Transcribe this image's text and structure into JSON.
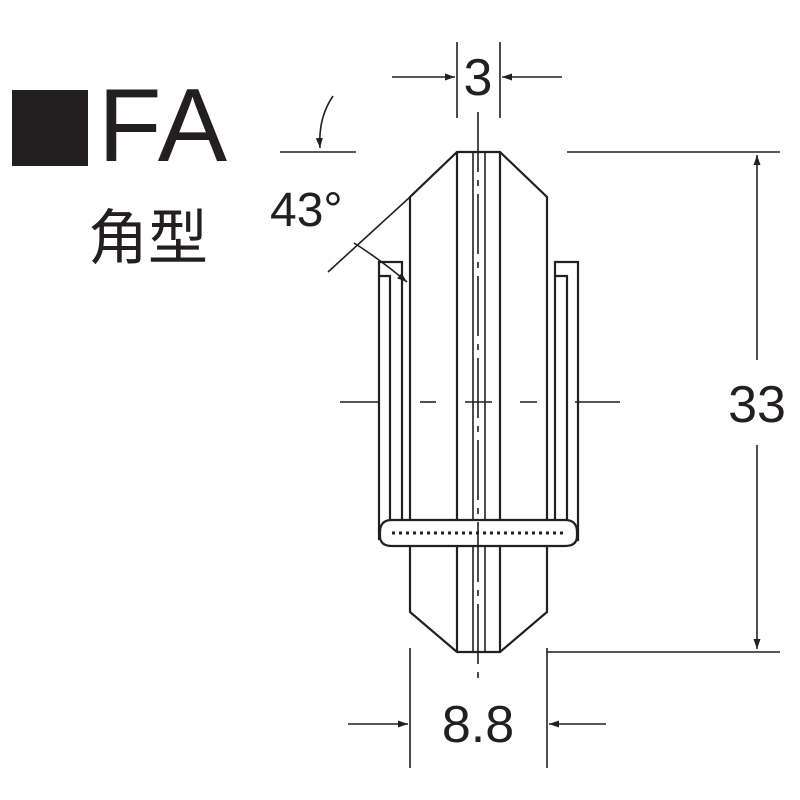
{
  "header": {
    "code": "FA",
    "subtitle": "角型"
  },
  "dimensions": {
    "top_width": "3",
    "angle": "43°",
    "height": "33",
    "bottom_width": "8.8"
  },
  "colors": {
    "ink": "#231f20",
    "background": "#ffffff"
  }
}
